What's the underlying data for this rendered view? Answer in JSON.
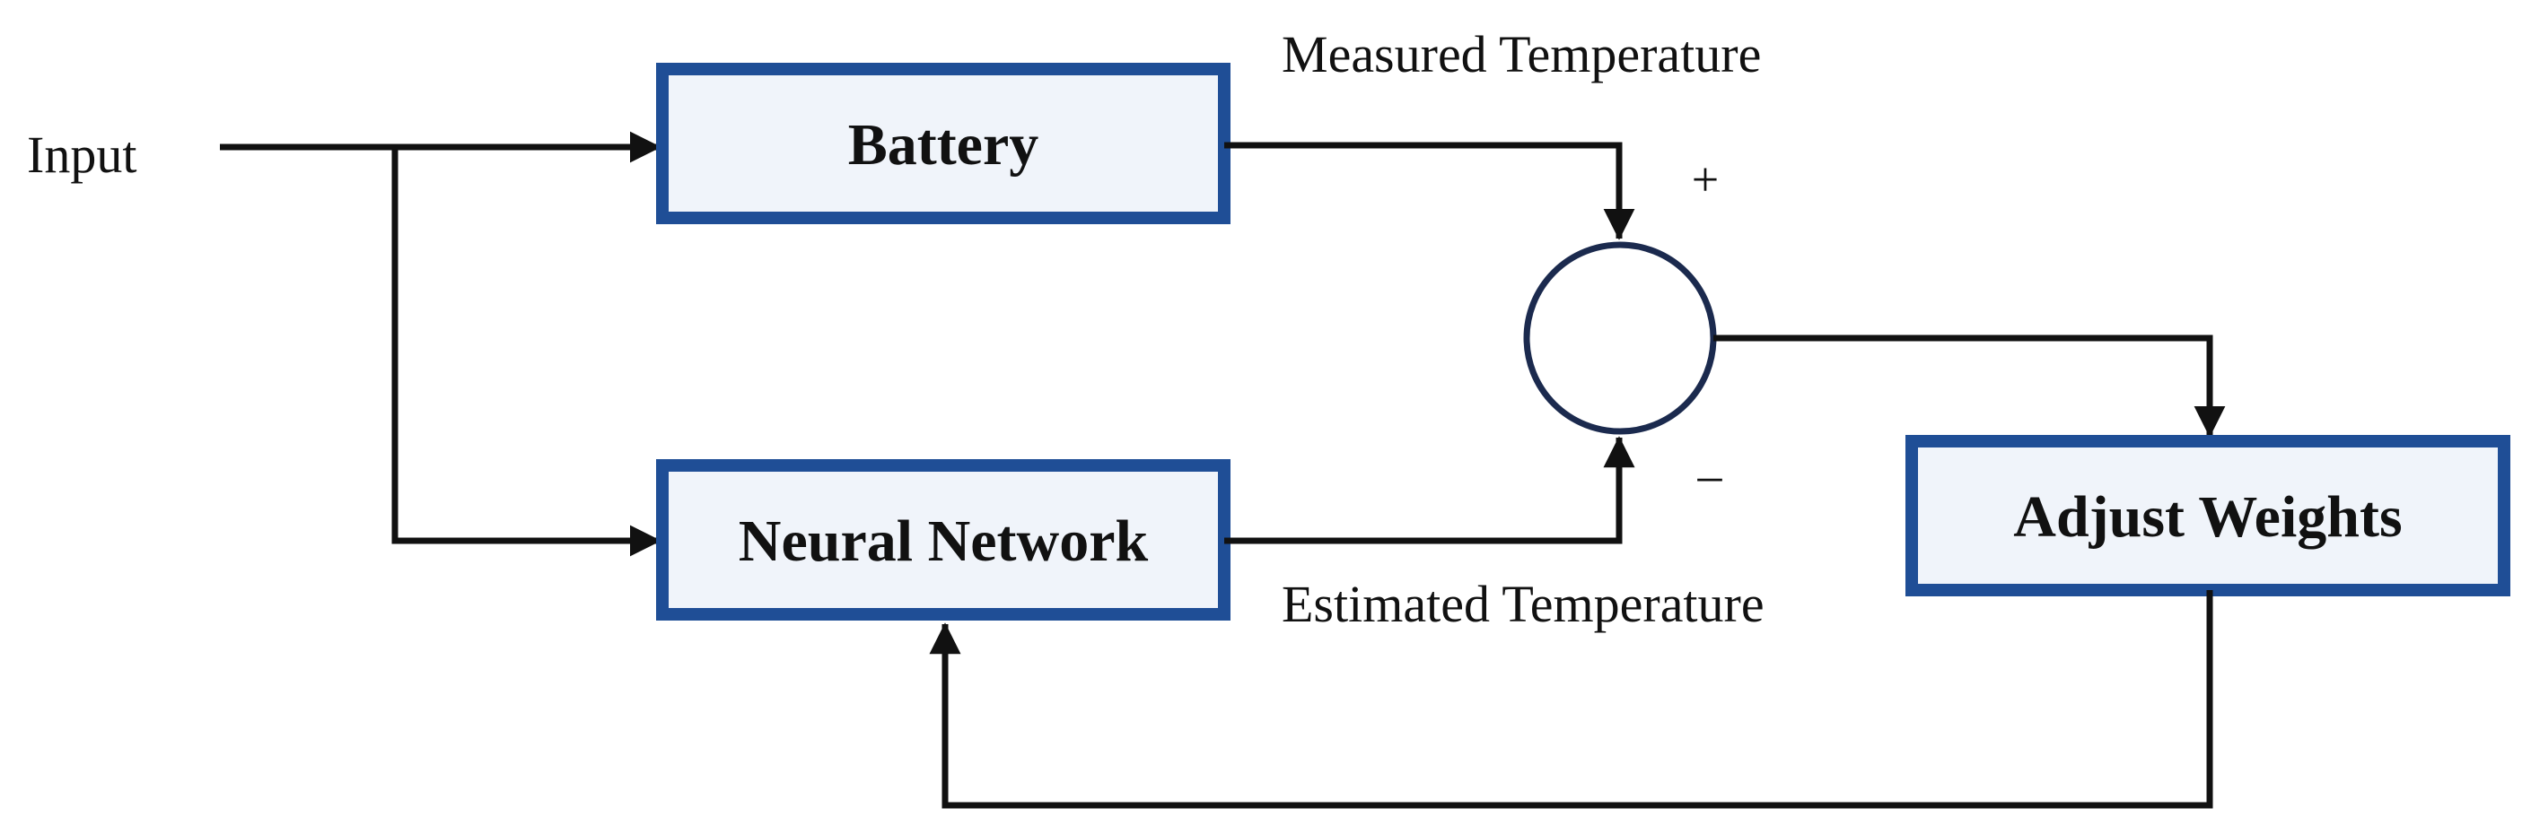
{
  "labels": {
    "input": "Input",
    "measured": "Measured Temperature",
    "estimated": "Estimated Temperature",
    "plus": "+",
    "minus": "–"
  },
  "blocks": {
    "battery": "Battery",
    "neural_network": "Neural Network",
    "adjust_weights": "Adjust Weights"
  },
  "colors": {
    "block_border": "#1f4e96",
    "block_fill": "#f0f4fa",
    "line": "#111111",
    "circle_border": "#1b2a4e"
  }
}
